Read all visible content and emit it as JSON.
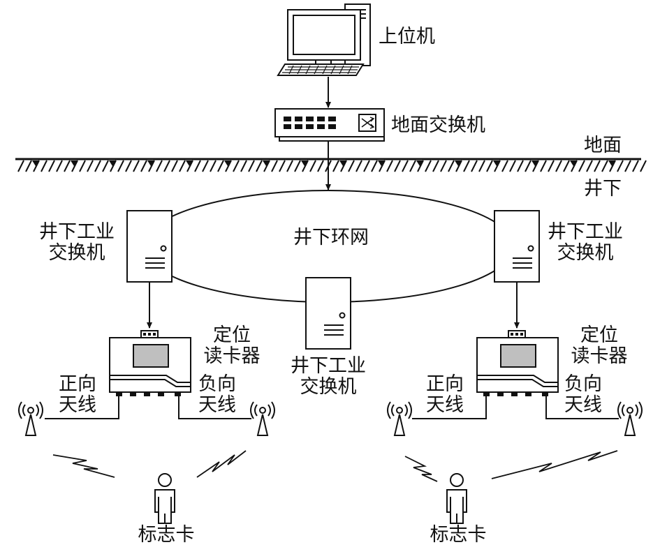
{
  "labels": {
    "host": "上位机",
    "surface_switch": "地面交换机",
    "ground": "地面",
    "underground": "井下",
    "ring": "井下环网",
    "switch_left_1": "井下工业",
    "switch_left_2": "交换机",
    "switch_right_1": "井下工业",
    "switch_right_2": "交换机",
    "switch_mid_1": "井下工业",
    "switch_mid_2": "交换机",
    "reader_left_1": "定位",
    "reader_left_2": "读卡器",
    "reader_right_1": "定位",
    "reader_right_2": "读卡器",
    "fwd_left_1": "正向",
    "fwd_left_2": "天线",
    "neg_left_1": "负向",
    "neg_left_2": "天线",
    "fwd_right_1": "正向",
    "fwd_right_2": "天线",
    "neg_right_1": "负向",
    "neg_right_2": "天线",
    "tag_left": "标志卡",
    "tag_right": "标志卡"
  },
  "icons": {
    "host": "desktop-computer-icon",
    "surface_switch": "network-switch-icon",
    "industrial_switch": "server-tower-icon",
    "reader": "card-reader-icon",
    "antenna": "antenna-icon",
    "person": "person-icon",
    "signal": "wireless-signal-icon"
  }
}
